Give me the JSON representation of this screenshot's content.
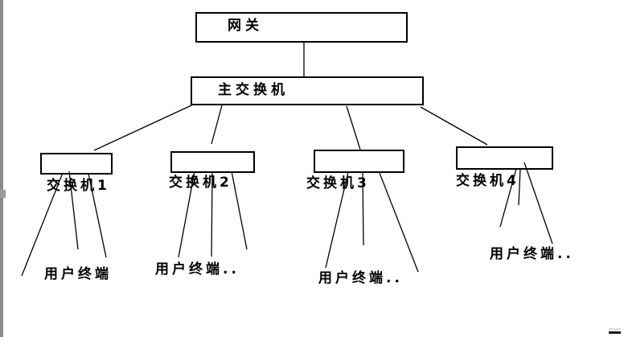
{
  "diagram": {
    "title": "telephone-network-topology",
    "gateway": {
      "label": "网关"
    },
    "main_switch": {
      "label": "主交换机"
    },
    "switches": [
      {
        "label": "交换机1"
      },
      {
        "label": "交换机2"
      },
      {
        "label": "交换机3"
      },
      {
        "label": "交换机4"
      }
    ],
    "terminals": [
      {
        "label": "用户终端"
      },
      {
        "label": "用户终端.."
      },
      {
        "label": "用户终端.."
      },
      {
        "label": "用户终端.."
      }
    ],
    "colors": {
      "line": "#000000",
      "background": "#ffffff",
      "left_strip": "#8a8a8a",
      "bottom_right_dash": "#1a1a1a"
    }
  }
}
